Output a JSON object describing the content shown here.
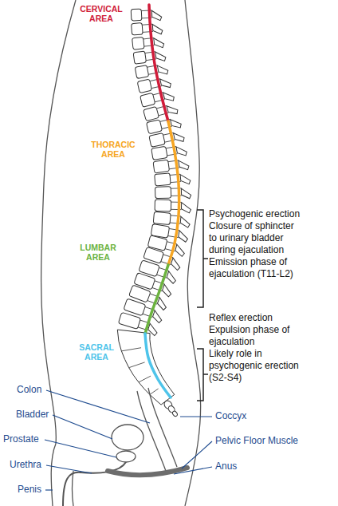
{
  "diagram": {
    "labels": [
      "CERVICAL AREA",
      "THORACIC AREA",
      "LUMBAR AREA",
      "SACRAL AREA",
      "Psychogenic erection",
      "Closure of sphincter to urinary bladder during ejaculation",
      "Emission phase of ejaculation (T11-L2)",
      "Reflex erection",
      "Expulsion phase of ejaculation",
      "Likely role in psychogenic erection (S2-S4)",
      "Colon",
      "Bladder",
      "Prostate",
      "Urethra",
      "Penis",
      "Coccyx",
      "Pelvic Floor Muscle",
      "Anus"
    ]
  }
}
